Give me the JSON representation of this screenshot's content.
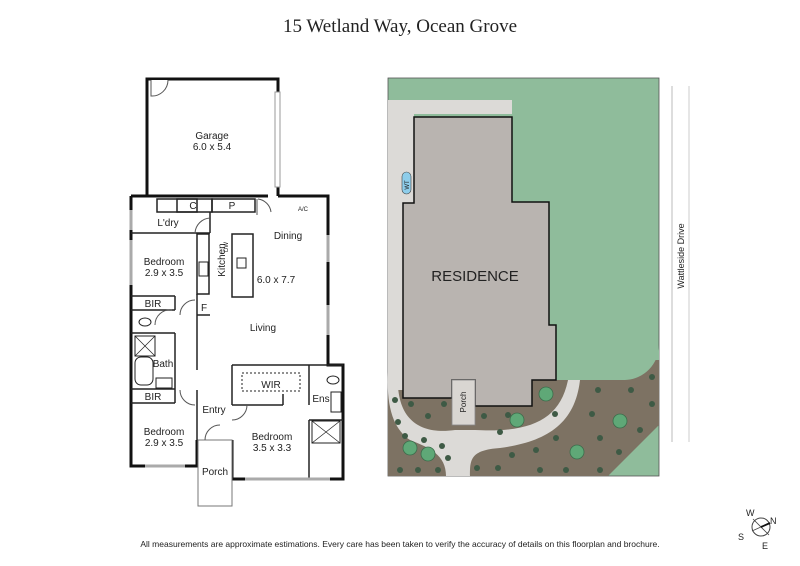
{
  "header": {
    "title": "15 Wetland Way, Ocean Grove"
  },
  "floorplan": {
    "rooms": {
      "garage": {
        "name": "Garage",
        "size": "6.0 x 5.4"
      },
      "laundry": {
        "name": "L'dry"
      },
      "cupboard": {
        "name": "C"
      },
      "pantry": {
        "name": "P"
      },
      "ac": {
        "name": "A/C"
      },
      "dining": {
        "name": "Dining"
      },
      "kitchen": {
        "name": "Kitchen"
      },
      "dishwasher": {
        "name": "DW"
      },
      "living_size": {
        "size": "6.0 x 7.7"
      },
      "living": {
        "name": "Living"
      },
      "bedroom2": {
        "name": "Bedroom",
        "size": "2.9 x 3.5"
      },
      "bir1": {
        "name": "BIR"
      },
      "fridge": {
        "name": "F"
      },
      "bath": {
        "name": "Bath"
      },
      "bir2": {
        "name": "BIR"
      },
      "bedroom3": {
        "name": "Bedroom",
        "size": "2.9 x 3.5"
      },
      "entry": {
        "name": "Entry"
      },
      "wir": {
        "name": "WIR"
      },
      "ens": {
        "name": "Ens"
      },
      "master": {
        "name": "Bedroom",
        "size": "3.5 x 3.3"
      },
      "porch": {
        "name": "Porch"
      }
    }
  },
  "siteplan": {
    "residence_label": "RESIDENCE",
    "porch_label": "Porch",
    "water_tank_label": "WT",
    "street_label": "Wattleside Drive",
    "colors": {
      "lawn": "#8fbc9b",
      "building": "#b9b4b0",
      "garden": "#7d7263",
      "path": "#dcdad7",
      "water_tank": "#8ecdea"
    }
  },
  "compass": {
    "n": "N",
    "s": "S",
    "e": "E",
    "w": "W"
  },
  "footer": {
    "disclaimer": "All measurements are approximate estimations. Every care has been taken to verify the accuracy of details on this floorplan and brochure."
  }
}
